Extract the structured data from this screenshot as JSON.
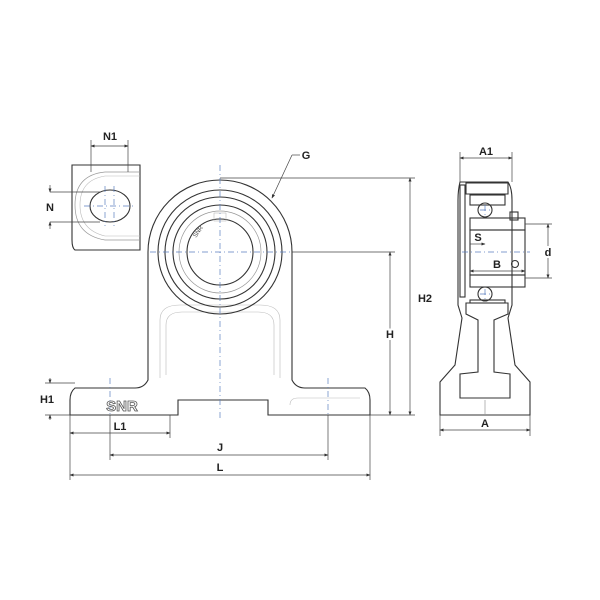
{
  "drawing": {
    "logo": "SNR",
    "bearing_marking": "SNR",
    "dimensions": {
      "N1": "N1",
      "N": "N",
      "G": "G",
      "H2": "H2",
      "H": "H",
      "H1": "H1",
      "L1": "L1",
      "J": "J",
      "L": "L",
      "A1": "A1",
      "A": "A",
      "S": "S",
      "B": "B",
      "d": "d"
    },
    "colors": {
      "outline": "#333333",
      "centerline": "#5b7fc0"
    }
  }
}
